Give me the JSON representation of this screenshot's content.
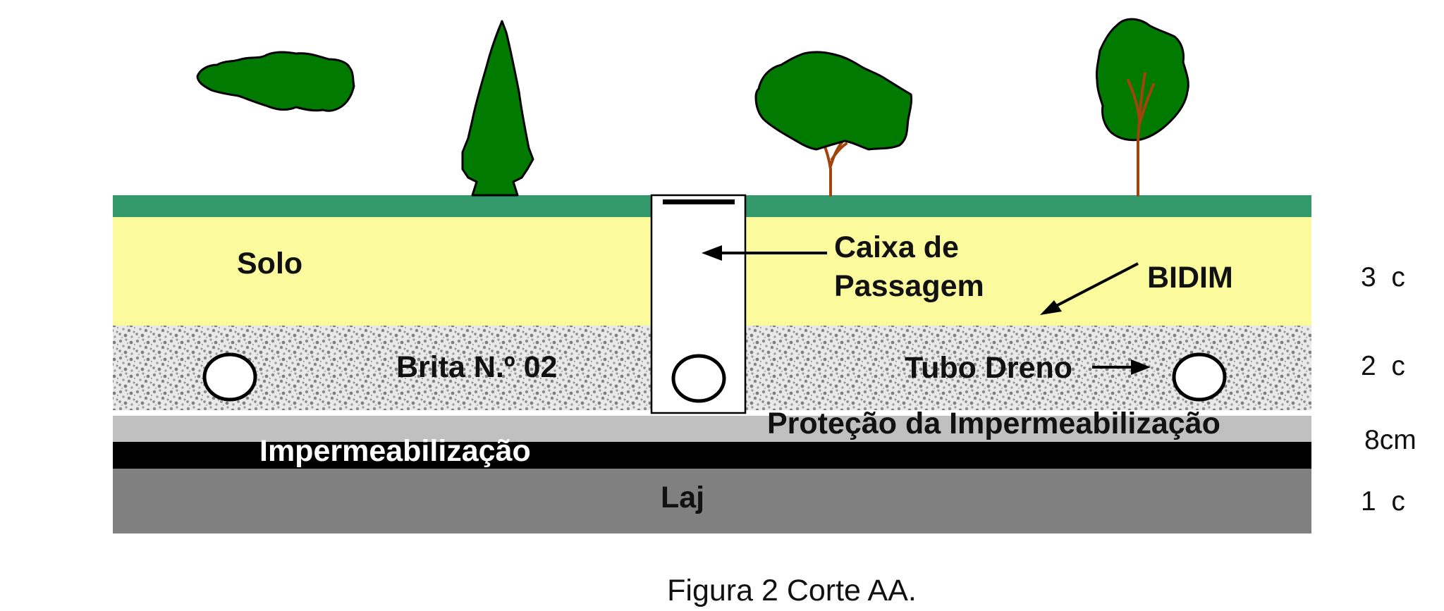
{
  "colors": {
    "grass": "#34996a",
    "soil": "#fbfb9d",
    "gravel_base": "#e8e8e8",
    "gravel_speckle": "#8c8c8c",
    "protection": "#c0c0c0",
    "waterproofing": "#000000",
    "slab": "#808080",
    "foliage": "#007a00",
    "trunk": "#a0440c"
  },
  "labels": {
    "solo": "Solo",
    "caixa_line1": "Caixa de",
    "caixa_line2": "Passagem",
    "bidim": "BIDIM",
    "brita": "Brita N.º 02",
    "tubo_dreno": "Tubo Dreno",
    "protecao": "Proteção da Impermeabilização",
    "impermeabilizacao": "Impermeabilização",
    "laje": "Laj"
  },
  "dimensions": {
    "solo": "3  c",
    "brita": "2  c",
    "protecao": "8cm",
    "laje": "1  c"
  },
  "caption": "Figura 2 Corte AA."
}
